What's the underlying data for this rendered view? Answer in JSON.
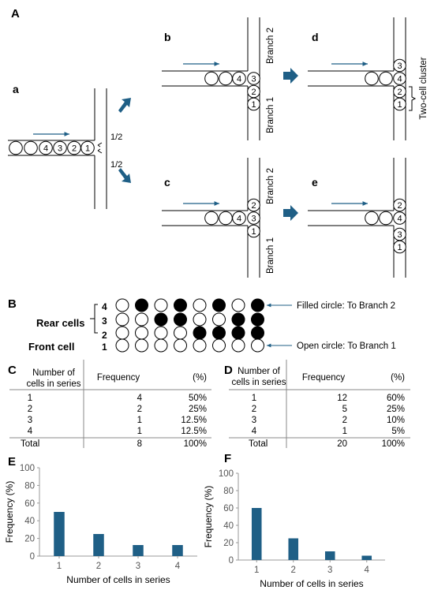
{
  "panel_labels": {
    "A": "A",
    "B": "B",
    "C": "C",
    "D": "D",
    "E": "E",
    "F": "F"
  },
  "panelA": {
    "sub_labels": {
      "a": "a",
      "b": "b",
      "c": "c",
      "d": "d",
      "e": "e"
    },
    "split_top": "1/2",
    "split_bottom": "1/2",
    "branch2": "Branch 2",
    "branch1": "Branch 1",
    "two_cell_cluster": "Two-cell cluster",
    "a_numbers": [
      "4",
      "3",
      "2",
      "1"
    ],
    "b_numbers": [
      "4",
      "3",
      "2",
      "1"
    ],
    "c_numbers": [
      "4",
      "3",
      "2",
      "1"
    ],
    "d_numbers": [
      "3",
      "4",
      "2",
      "1"
    ],
    "e_numbers": [
      "2",
      "4",
      "3",
      "1"
    ]
  },
  "panelB": {
    "rear_cells": "Rear cells",
    "front_cell": "Front cell",
    "row_numbers": [
      "4",
      "3",
      "2",
      "1"
    ],
    "filled_note": "Filled circle: To Branch 2",
    "open_note": "Open circle: To Branch 1",
    "grid": [
      [
        0,
        1,
        0,
        1,
        0,
        1,
        0,
        1
      ],
      [
        0,
        0,
        1,
        1,
        0,
        0,
        1,
        1
      ],
      [
        0,
        0,
        0,
        0,
        1,
        1,
        1,
        1
      ],
      [
        0,
        0,
        0,
        0,
        0,
        0,
        0,
        0
      ]
    ]
  },
  "tableC": {
    "headers": [
      "Number of\ncells in series",
      "Frequency",
      "(%)"
    ],
    "rows": [
      [
        "1",
        "4",
        "50%"
      ],
      [
        "2",
        "2",
        "25%"
      ],
      [
        "3",
        "1",
        "12.5%"
      ],
      [
        "4",
        "1",
        "12.5%"
      ]
    ],
    "total": [
      "Total",
      "8",
      "100%"
    ]
  },
  "tableD": {
    "headers": [
      "Number of\ncells in series",
      "Frequency",
      "(%)"
    ],
    "rows": [
      [
        "1",
        "12",
        "60%"
      ],
      [
        "2",
        "5",
        "25%"
      ],
      [
        "3",
        "2",
        "10%"
      ],
      [
        "4",
        "1",
        "5%"
      ]
    ],
    "total": [
      "Total",
      "20",
      "100%"
    ]
  },
  "chart_data": [
    {
      "type": "bar",
      "categories": [
        "1",
        "2",
        "3",
        "4"
      ],
      "values": [
        50,
        25,
        12.5,
        12.5
      ],
      "xlabel": "Number of cells in series",
      "ylabel": "Frequency (%)",
      "ylim": [
        0,
        100
      ],
      "yticks": [
        "0",
        "20",
        "40",
        "60",
        "80",
        "100"
      ],
      "color": "#1f5f86"
    },
    {
      "type": "bar",
      "categories": [
        "1",
        "2",
        "3",
        "4"
      ],
      "values": [
        60,
        25,
        10,
        5
      ],
      "xlabel": "Number of cells in series",
      "ylabel": "Frequency (%)",
      "ylim": [
        0,
        100
      ],
      "yticks": [
        "0",
        "20",
        "40",
        "60",
        "80",
        "100"
      ],
      "color": "#1f5f86"
    }
  ]
}
